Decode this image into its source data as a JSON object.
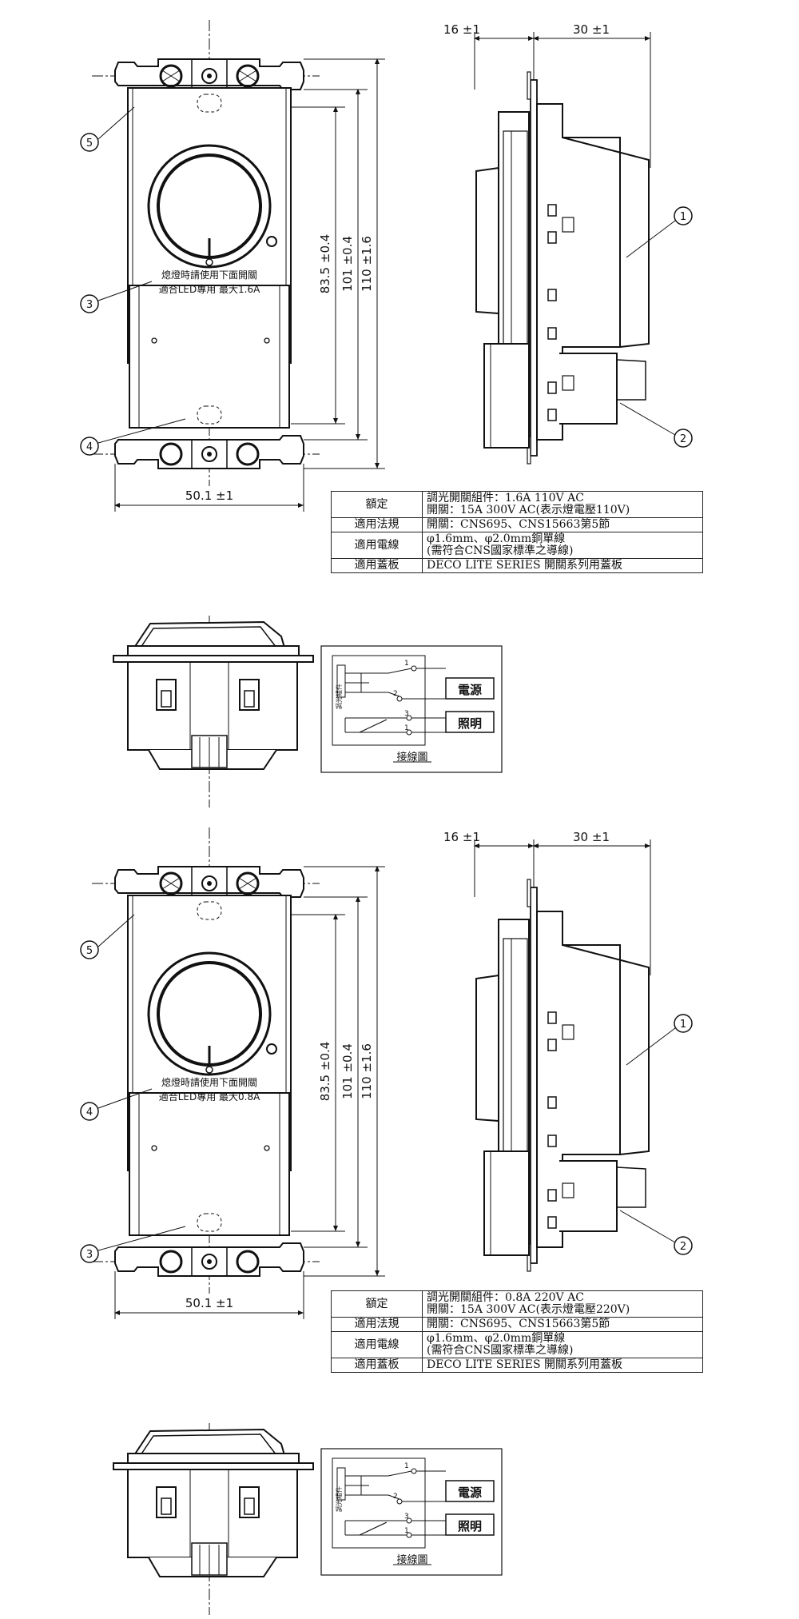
{
  "views": [
    {
      "front": {
        "dim_width": "50.1 ±1",
        "dim_h1": "83.5 ±0.4",
        "dim_h2": "101 ±0.4",
        "dim_h3": "110 ±1.6",
        "label_line1": "熄燈時請使用下面開關",
        "label_line2": "適合LED專用 最大1.6A",
        "callouts": [
          "5",
          "3",
          "4"
        ]
      },
      "side": {
        "dim_a": "16 ±1",
        "dim_b": "30 ±1",
        "callouts": [
          "1",
          "2"
        ]
      },
      "specs": [
        {
          "key": "額定",
          "line1": "調光開關組件：1.6A 110V AC",
          "line2": "開關：15A 300V AC(表示燈電壓110V)"
        },
        {
          "key": "適用法規",
          "line1": "開關：CNS695、CNS15663第5節",
          "line2": ""
        },
        {
          "key": "適用電線",
          "line1": "φ1.6mm、φ2.0mm銅單線",
          "line2": "(需符合CNS國家標準之導線)"
        },
        {
          "key": "適用蓋板",
          "line1": "DECO LITE SERIES 開關系列用蓋板",
          "line2": ""
        }
      ],
      "wiring": {
        "title": "接線圖",
        "power": "電源",
        "light": "照明",
        "unit_label": "調光組件",
        "t1": "1",
        "t2": "2",
        "t3": "3",
        "t4": "1"
      }
    },
    {
      "front": {
        "dim_width": "50.1 ±1",
        "dim_h1": "83.5 ±0.4",
        "dim_h2": "101 ±0.4",
        "dim_h3": "110 ±1.6",
        "label_line1": "熄燈時請使用下面開關",
        "label_line2": "適合LED專用 最大0.8A",
        "callouts": [
          "5",
          "4",
          "3"
        ]
      },
      "side": {
        "dim_a": "16 ±1",
        "dim_b": "30 ±1",
        "callouts": [
          "1",
          "2"
        ]
      },
      "specs": [
        {
          "key": "額定",
          "line1": "調光開關組件：0.8A 220V AC",
          "line2": "開關：15A 300V AC(表示燈電壓220V)"
        },
        {
          "key": "適用法規",
          "line1": "開關：CNS695、CNS15663第5節",
          "line2": ""
        },
        {
          "key": "適用電線",
          "line1": "φ1.6mm、φ2.0mm銅單線",
          "line2": "(需符合CNS國家標準之導線)"
        },
        {
          "key": "適用蓋板",
          "line1": "DECO LITE SERIES 開關系列用蓋板",
          "line2": ""
        }
      ],
      "wiring": {
        "title": "接線圖",
        "power": "電源",
        "light": "照明",
        "unit_label": "調光組件",
        "t1": "1",
        "t2": "2",
        "t3": "3",
        "t4": "1"
      }
    }
  ]
}
